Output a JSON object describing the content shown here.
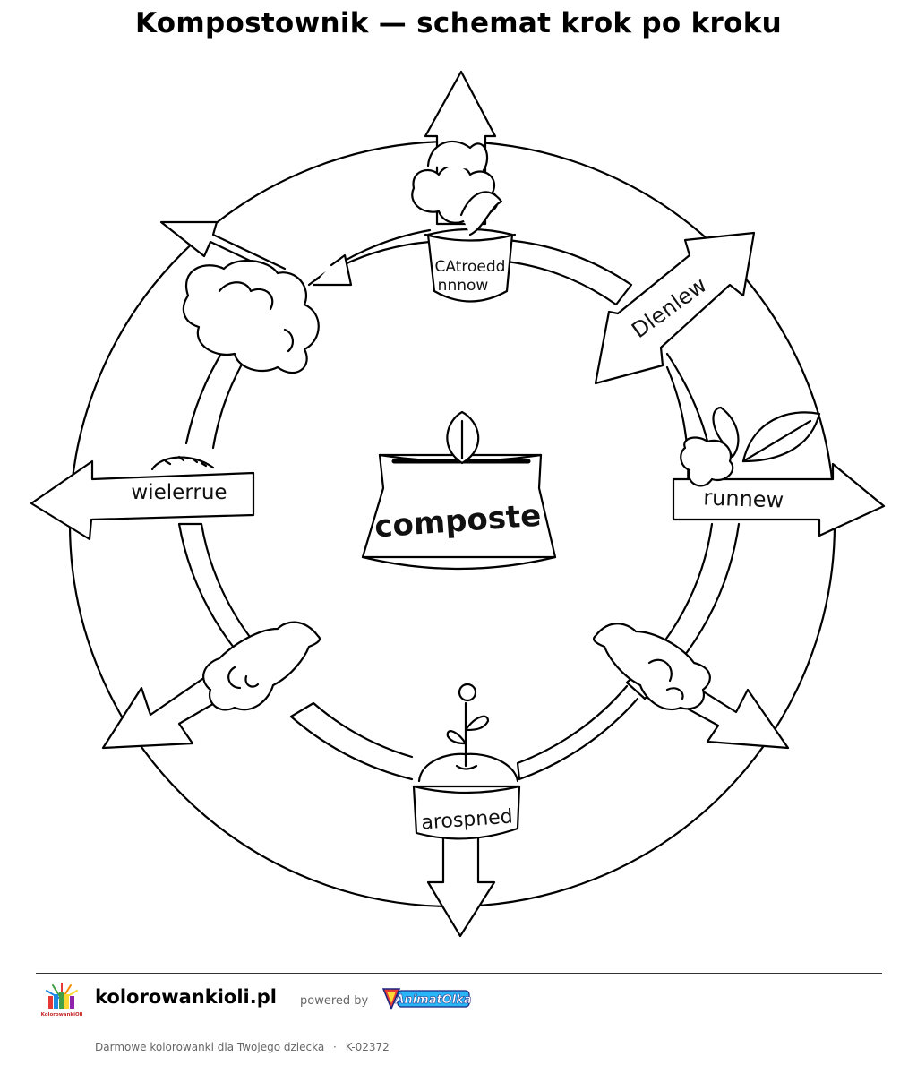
{
  "title": "Kompostownik — schemat krok po kroku",
  "center": {
    "label": "composte"
  },
  "steps": [
    {
      "label_line1": "CAtroedd",
      "label_line2": "nnnow"
    },
    {
      "label": "Dlenlew"
    },
    {
      "label": "runnew"
    },
    {
      "label": "arospned"
    },
    {
      "label": "wielerrue"
    }
  ],
  "footer": {
    "site": "kolorowankioli.pl",
    "powered_by": "powered by",
    "tagline": "Darmowe kolorowanki dla Twojego dziecka",
    "separator": "·",
    "code": "K-02372",
    "logo_text": "KolorowankiOli",
    "brand_text": "AnimatOlka"
  }
}
